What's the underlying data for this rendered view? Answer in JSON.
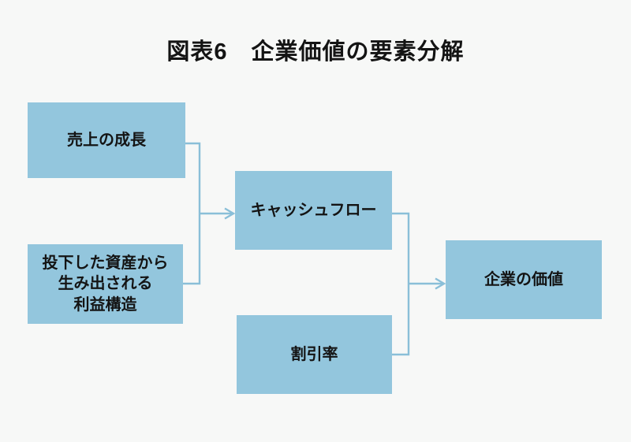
{
  "title": "図表6　企業価値の要素分解",
  "colors": {
    "background": "#f7f8f7",
    "box_fill": "#93c6dd",
    "connector": "#8abfd8",
    "text": "#141414"
  },
  "diagram": {
    "nodes": [
      {
        "id": "sales-growth",
        "label": "売上の成長"
      },
      {
        "id": "profit-structure",
        "label": "投下した資産から\n生み出される\n利益構造"
      },
      {
        "id": "cash-flow",
        "label": "キャッシュフロー"
      },
      {
        "id": "discount-rate",
        "label": "割引率"
      },
      {
        "id": "corporate-value",
        "label": "企業の価値"
      }
    ],
    "edges": [
      {
        "from": [
          "sales-growth",
          "profit-structure"
        ],
        "to": "cash-flow",
        "style": "merged-bracket-arrow"
      },
      {
        "from": [
          "cash-flow",
          "discount-rate"
        ],
        "to": "corporate-value",
        "style": "merged-bracket-arrow"
      }
    ]
  }
}
